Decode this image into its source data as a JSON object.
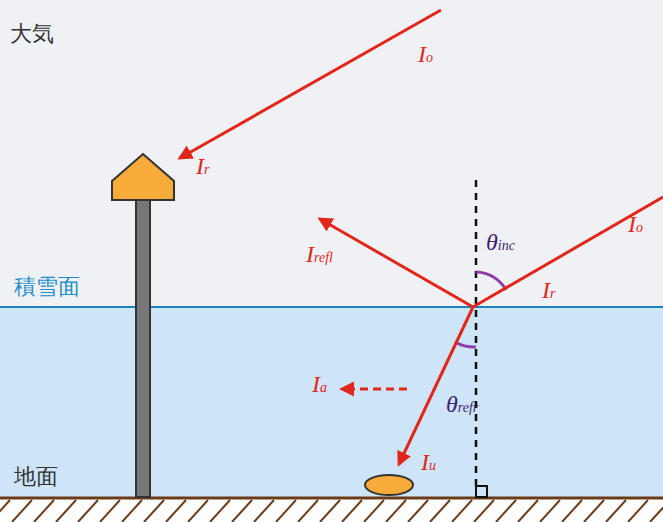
{
  "diagram": {
    "labels": [
      "大気",
      "Io",
      "Ir",
      "Io",
      "θinc",
      "Irefl",
      "積雪面",
      "Ir",
      "Ia",
      "θrefr",
      "Iu",
      "地面"
    ]
  }
}
